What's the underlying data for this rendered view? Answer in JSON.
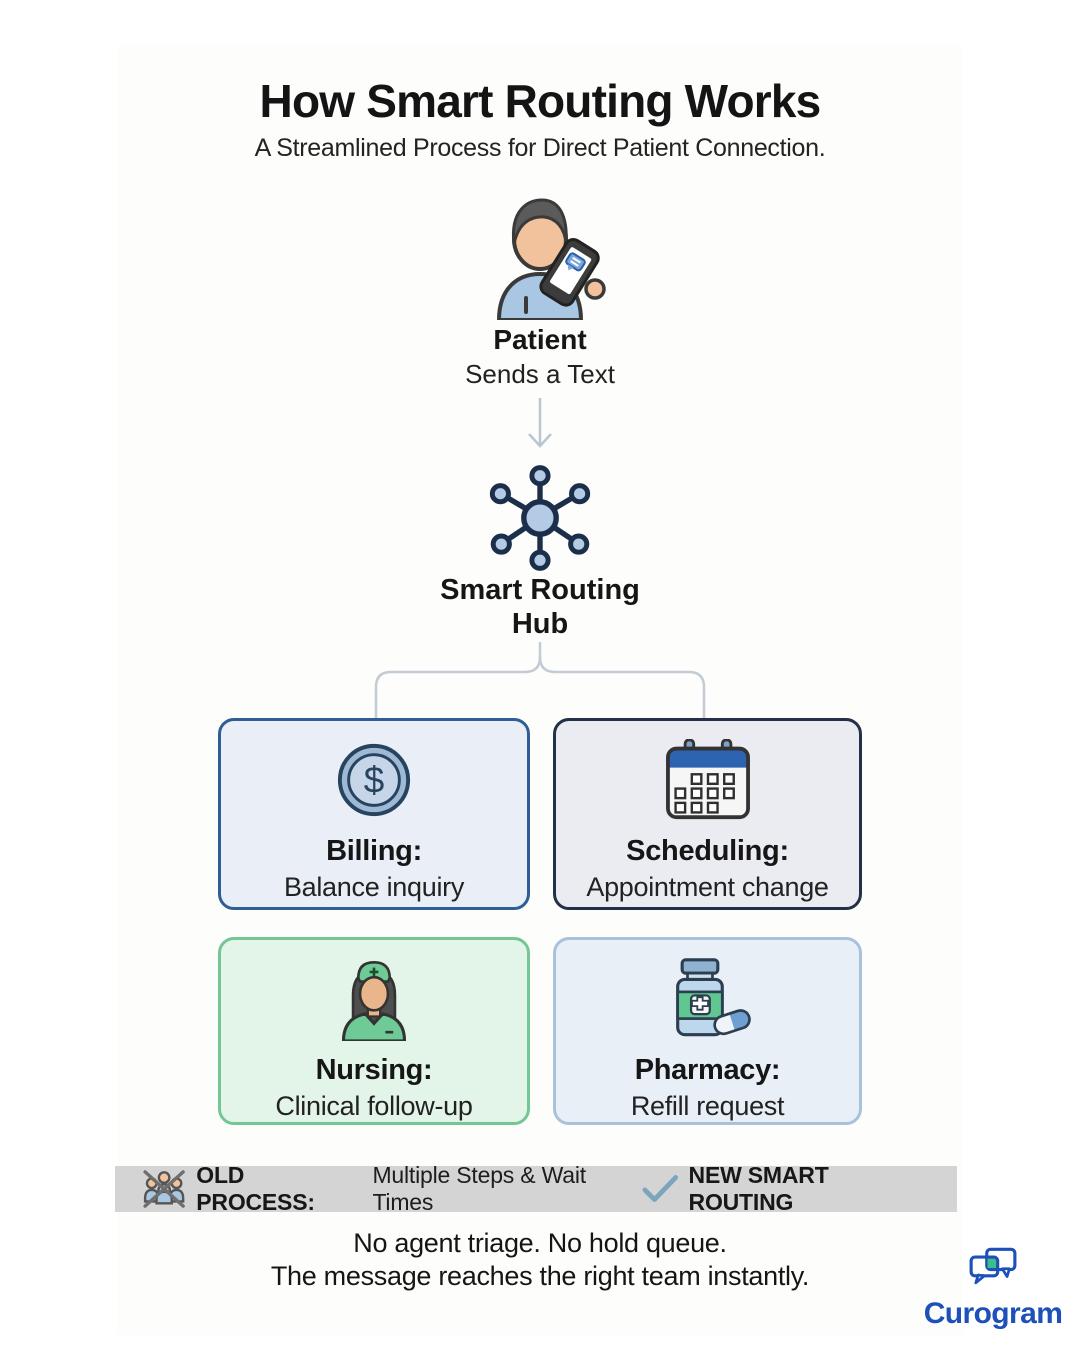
{
  "title": "How Smart Routing Works",
  "subtitle": "A Streamlined Process for Direct Patient Connection.",
  "flow": {
    "patient": {
      "icon": "patient-texting-icon",
      "label": "Patient",
      "sublabel": "Sends a Text"
    },
    "arrow_icon": "down-arrow-icon",
    "hub": {
      "icon": "network-hub-icon",
      "label_line1": "Smart Routing",
      "label_line2": "Hub"
    }
  },
  "departments": [
    {
      "id": "billing",
      "icon": "dollar-coin-icon",
      "icon_glyph": "$",
      "label": "Billing:",
      "description": "Balance inquiry",
      "bg": "#e9eef7",
      "border": "#2e5f94"
    },
    {
      "id": "scheduling",
      "icon": "calendar-icon",
      "label": "Scheduling:",
      "description": "Appointment change",
      "bg": "#ebecf1",
      "border": "#22304a"
    },
    {
      "id": "nursing",
      "icon": "nurse-icon",
      "label": "Nursing:",
      "description": "Clinical follow-up",
      "bg": "#e3f4e9",
      "border": "#74c695"
    },
    {
      "id": "pharmacy",
      "icon": "pill-bottle-icon",
      "label": "Pharmacy:",
      "description": "Refill request",
      "bg": "#e9eff7",
      "border": "#a9c2db"
    }
  ],
  "comparison_bar": {
    "bar_bg": "#d4d4d4",
    "old_icon": "crossed-out-team-icon",
    "old_label": "OLD PROCESS:",
    "old_text": "Multiple Steps & Wait Times",
    "new_icon": "checkmark-icon",
    "check_color": "#7da4bc",
    "new_label": "NEW SMART ROUTING"
  },
  "outro": {
    "line1": "No agent triage. No hold queue.",
    "line2": "The message reaches the right team instantly."
  },
  "brand": {
    "logo_icon": "chat-bubbles-icon",
    "name": "Curogram",
    "color": "#1d50b8",
    "accent_green": "#3dbd8a"
  }
}
